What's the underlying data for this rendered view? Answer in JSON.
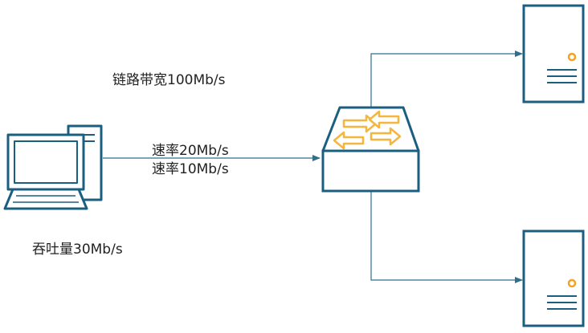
{
  "labels": {
    "bandwidth": "链路带宽100Mb/s",
    "rate1": "速率20Mb/s",
    "rate2": "速率10Mb/s",
    "throughput": "吞吐量30Mb/s"
  },
  "colors": {
    "device_stroke": "#1b5f80",
    "link_line": "#2f6f8f",
    "switch_arrows": "#f4b63f",
    "server_indicator": "#f4a321",
    "text": "#222222"
  },
  "icons": {
    "computer": "desktop-computer-icon",
    "switch": "network-switch-icon",
    "server": "server-tower-icon"
  }
}
